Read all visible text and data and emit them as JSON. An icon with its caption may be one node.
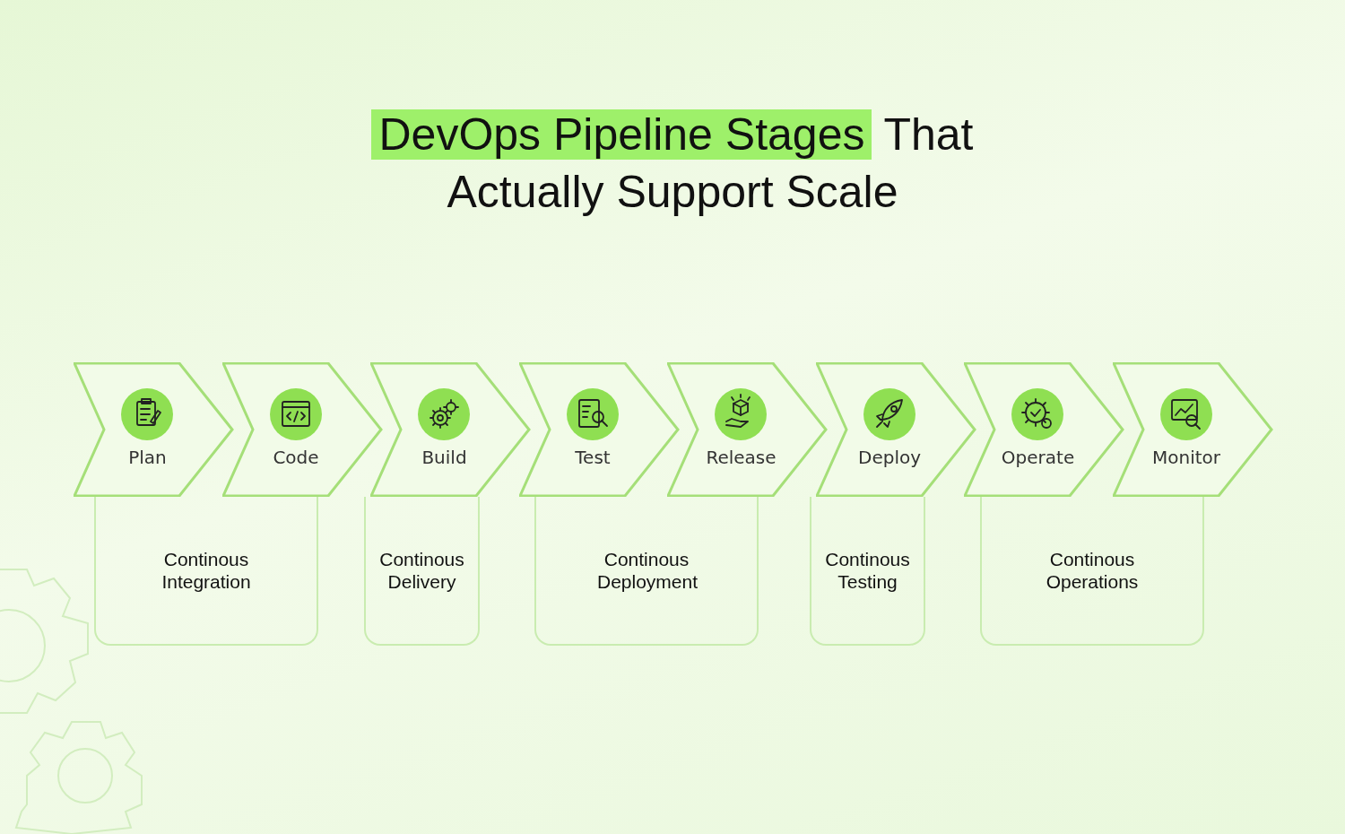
{
  "diagram": {
    "title": "DevOps Pipeline Stages That Actually Support Scale",
    "nodes": [
      {
        "text": [
          "Plan"
        ]
      },
      {
        "text": [
          "Code"
        ]
      },
      {
        "text": [
          "Build"
        ]
      },
      {
        "text": [
          "Test"
        ]
      },
      {
        "text": [
          "Release"
        ]
      },
      {
        "text": [
          "Deploy"
        ]
      },
      {
        "text": [
          "Operate"
        ]
      },
      {
        "text": [
          "Monitor"
        ]
      },
      {
        "text": [
          "Continous Integration"
        ]
      },
      {
        "text": [
          "Continous Delivery"
        ]
      },
      {
        "text": [
          "Continous Deployment"
        ]
      },
      {
        "text": [
          "Continous Testing"
        ]
      },
      {
        "text": [
          "Continous Operations"
        ]
      }
    ]
  }
}
